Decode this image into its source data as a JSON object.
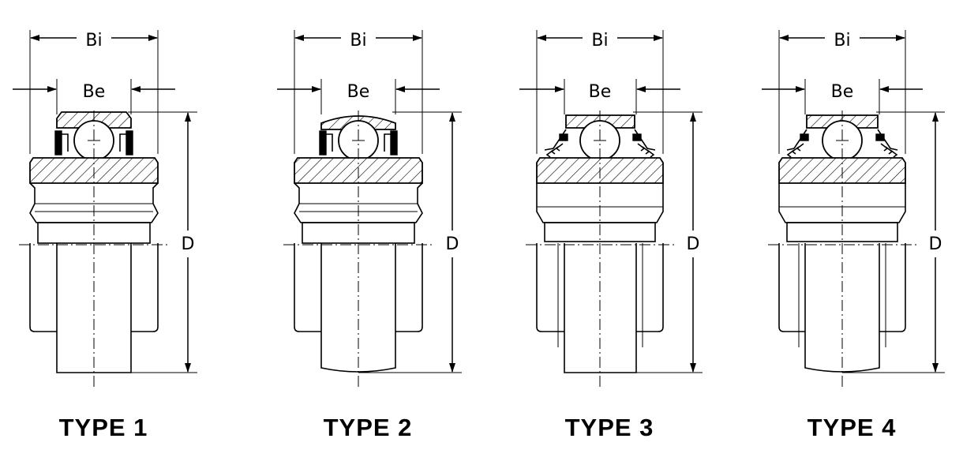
{
  "labels": {
    "bi": "Bi",
    "be": "Be",
    "d": "D"
  },
  "types": [
    {
      "title": "TYPE 1"
    },
    {
      "title": "TYPE 2"
    },
    {
      "title": "TYPE 3"
    },
    {
      "title": "TYPE 4"
    }
  ],
  "colors": {
    "line": "#000000",
    "background": "#ffffff"
  }
}
